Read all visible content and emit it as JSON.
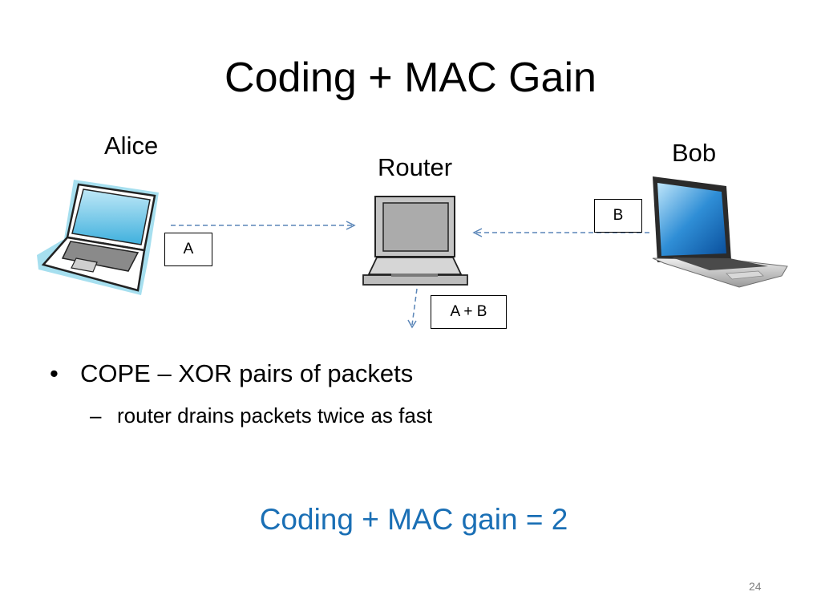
{
  "slide": {
    "title": "Coding + MAC Gain",
    "number": "24"
  },
  "diagram": {
    "nodes": {
      "alice": "Alice",
      "router": "Router",
      "bob": "Bob"
    },
    "packets": {
      "a": "A",
      "b": "B",
      "ab": "A + B"
    }
  },
  "bullets": {
    "level1": "COPE – XOR pairs of packets",
    "level2": "router drains packets twice as fast",
    "level1_mark": "•",
    "level2_mark": "–"
  },
  "conclusion": "Coding + MAC gain = 2",
  "colors": {
    "accent": "#1a6fb5",
    "arrow": "#5b86b8"
  }
}
